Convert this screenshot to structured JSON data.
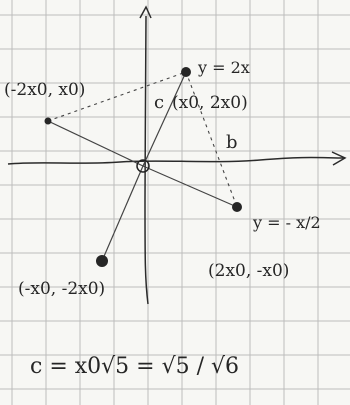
{
  "labels": {
    "line_top": "y = 2x",
    "line_bottom": "y = - x/2",
    "point_top_right": "(x0, 2x0)",
    "point_top_left": "(-2x0, x0)",
    "point_bottom_right": "(2x0, -x0)",
    "point_bottom_left": "(-x0, -2x0)",
    "side_c": "c",
    "side_b": "b",
    "formula": "c = x0√5 = √5 / √6"
  }
}
